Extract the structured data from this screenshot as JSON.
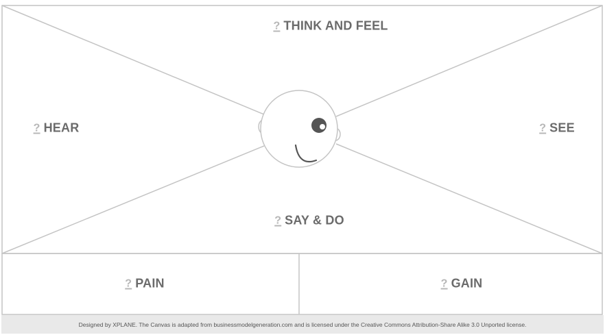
{
  "sections": {
    "think_feel": {
      "qmark": "?",
      "label": "THINK AND FEEL"
    },
    "hear": {
      "qmark": "?",
      "label": "HEAR"
    },
    "see": {
      "qmark": "?",
      "label": "SEE"
    },
    "say_do": {
      "qmark": "?",
      "label": "SAY & DO"
    },
    "pain": {
      "qmark": "?",
      "label": "PAIN"
    },
    "gain": {
      "qmark": "?",
      "label": "GAIN"
    }
  },
  "footer": {
    "credit": "Designed by XPLANE. The Canvas is adapted from businessmodelgeneration.com and is licensed under the Creative Commons Attribution-Share Alike 3.0 Unported license."
  },
  "colors": {
    "line": "#c4c4c4",
    "label": "#6b6b6b",
    "qmark": "#b7b7b7",
    "footer_bg": "#e9e9e9",
    "eye": "#555555"
  }
}
